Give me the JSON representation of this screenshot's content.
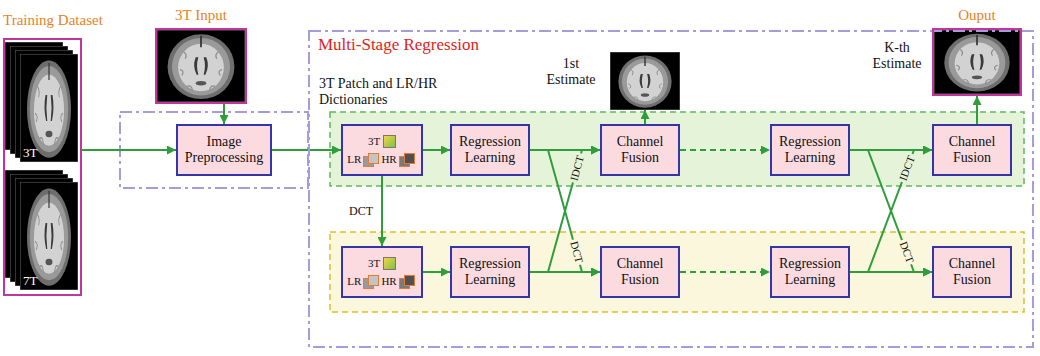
{
  "diagram": {
    "nodes": [
      {
        "text": [
          "Training Dataset",
          "3T",
          "7T"
        ]
      },
      {
        "text": [
          "3T Input"
        ]
      },
      {
        "text": [
          "Image Preprocessing"
        ]
      },
      {
        "text": [
          "Multi-Stage Regression"
        ]
      },
      {
        "text": [
          "1st Estimate"
        ],
        "in": 3
      },
      {
        "text": [
          "Ouput",
          "K-th Estimate"
        ],
        "in": 3
      },
      {
        "text": [
          "3T Patch and LR/HR Dictionaries",
          "3T",
          "LR",
          "HR"
        ],
        "in": 3
      },
      {
        "text": [
          "Regression Learning"
        ],
        "in": 3
      },
      {
        "text": [
          "Channel Fusion"
        ],
        "in": 3
      },
      {
        "text": [
          "Regression Learning"
        ],
        "in": 3
      },
      {
        "text": [
          "Channel Fusion"
        ],
        "in": 3
      },
      {
        "text": [
          "3T",
          "LR",
          "HR"
        ],
        "in": 3
      },
      {
        "text": [
          "Regression Learning"
        ],
        "in": 3
      },
      {
        "text": [
          "Channel Fusion"
        ],
        "in": 3
      },
      {
        "text": [
          "Regression Learning"
        ],
        "in": 3
      },
      {
        "text": [
          "Channel Fusion"
        ],
        "in": 3
      }
    ],
    "edges": [
      {
        "from": 0,
        "to": 2,
        "arrow": "to"
      },
      {
        "from": 1,
        "to": 2,
        "arrow": "to"
      },
      {
        "from": 2,
        "to": 6,
        "arrow": "to"
      },
      {
        "from": 6,
        "to": 7,
        "arrow": "to"
      },
      {
        "from": 6,
        "to": 11,
        "label": "DCT",
        "arrow": "to"
      },
      {
        "from": 11,
        "to": 12,
        "arrow": "to"
      },
      {
        "from": 7,
        "to": 8,
        "arrow": "to"
      },
      {
        "from": 7,
        "to": 13,
        "label": "DCT",
        "arrow": "to"
      },
      {
        "from": 12,
        "to": 8,
        "label": "IDCT",
        "arrow": "to"
      },
      {
        "from": 12,
        "to": 13,
        "arrow": "to"
      },
      {
        "from": 8,
        "to": 4,
        "arrow": "to"
      },
      {
        "from": 8,
        "to": 9,
        "arrow": "to"
      },
      {
        "from": 13,
        "to": 14,
        "arrow": "to"
      },
      {
        "from": 9,
        "to": 10,
        "arrow": "to"
      },
      {
        "from": 9,
        "to": 15,
        "label": "DCT",
        "arrow": "to"
      },
      {
        "from": 14,
        "to": 10,
        "label": "IDCT",
        "arrow": "to"
      },
      {
        "from": 14,
        "to": 15,
        "arrow": "to"
      },
      {
        "from": 10,
        "to": 5,
        "arrow": "to"
      }
    ]
  }
}
